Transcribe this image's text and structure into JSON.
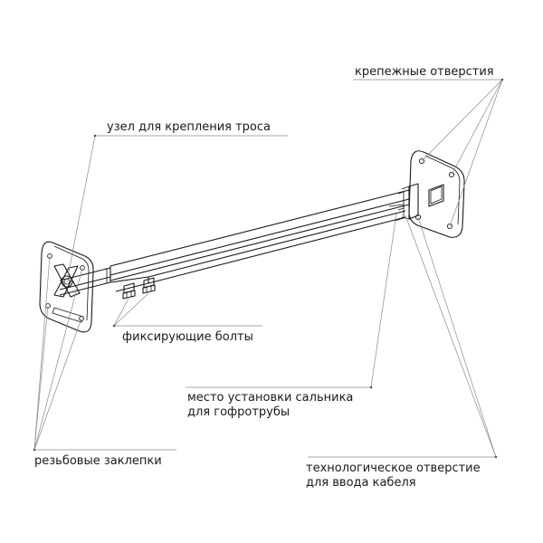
{
  "labels": {
    "mounting_holes": "крепежные отверстия",
    "cable_attachment": "узел для крепления троса",
    "fixing_bolts": "фиксирующие болты",
    "gland_site_line1": "место установки сальника",
    "gland_site_line2": "для гофротрубы",
    "threaded_rivets": "резьбовые заклепки",
    "tech_hole_line1": "технологическое отверстие",
    "tech_hole_line2": "для ввода кабеля"
  }
}
